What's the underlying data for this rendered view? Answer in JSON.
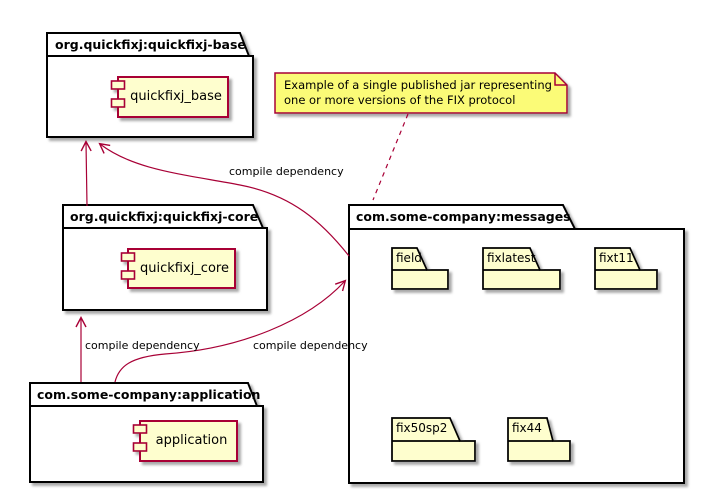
{
  "diagram_type": "plantuml-package-diagram",
  "colors": {
    "line_accent": "#A80036",
    "shape_fill": "#FEFECE",
    "note_fill": "#FBFB77",
    "border_black": "#000000",
    "background": "#FFFFFF"
  },
  "packages": [
    {
      "title": "org.quickfixj:quickfixj-base"
    },
    {
      "title": "org.quickfixj:quickfixj-core"
    },
    {
      "title": "com.some-company:application"
    },
    {
      "title": "com.some-company:messages"
    }
  ],
  "components": [
    {
      "label": "quickfixj_base"
    },
    {
      "label": "quickfixj_core"
    },
    {
      "label": "application"
    }
  ],
  "folders": [
    {
      "label": "field"
    },
    {
      "label": "fixlatest"
    },
    {
      "label": "fixt11"
    },
    {
      "label": "fix50sp2"
    },
    {
      "label": "fix44"
    }
  ],
  "note": {
    "line1": "Example of a single published jar representing",
    "line2": "one or more versions of the FIX protocol"
  },
  "edges": [
    {
      "from": "org.quickfixj:quickfixj-core",
      "to": "org.quickfixj:quickfixj-base",
      "style": "solid-arrow",
      "label": ""
    },
    {
      "from": "com.some-company:messages",
      "to": "org.quickfixj:quickfixj-base",
      "style": "solid-arrow",
      "label": "compile dependency"
    },
    {
      "from": "com.some-company:application",
      "to": "org.quickfixj:quickfixj-core",
      "style": "solid-arrow",
      "label": "compile dependency"
    },
    {
      "from": "com.some-company:application",
      "to": "com.some-company:messages",
      "style": "solid-arrow",
      "label": "compile dependency"
    },
    {
      "from": "note",
      "to": "com.some-company:messages",
      "style": "dashed",
      "label": ""
    }
  ]
}
